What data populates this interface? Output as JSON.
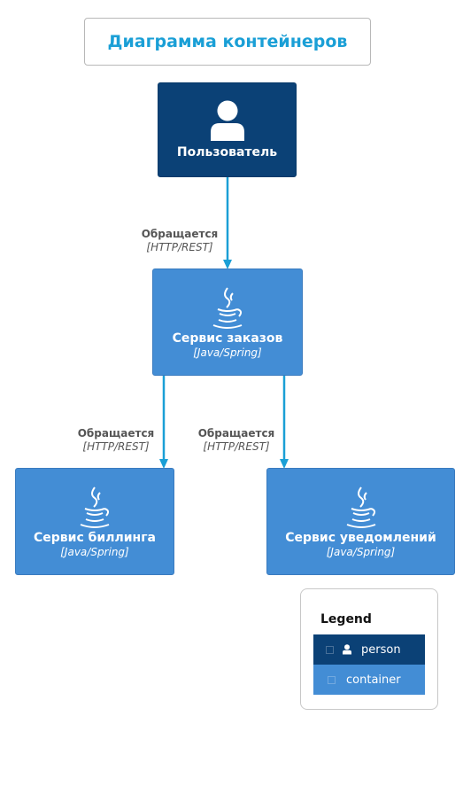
{
  "title": "Диаграмма контейнеров",
  "colors": {
    "person": "#0b4176",
    "container": "#438dd5",
    "edge": "#1a9fd6",
    "title": "#1a9fd6"
  },
  "nodes": {
    "user": {
      "label": "Пользователь",
      "icon": "person-icon"
    },
    "orders": {
      "label": "Сервис заказов",
      "tech": "[Java/Spring]",
      "icon": "java-icon"
    },
    "billing": {
      "label": "Сервис биллинга",
      "tech": "[Java/Spring]",
      "icon": "java-icon"
    },
    "notifications": {
      "label": "Сервис уведомлений",
      "tech": "[Java/Spring]",
      "icon": "java-icon"
    }
  },
  "edges": [
    {
      "from": "user",
      "to": "orders",
      "label": "Обращается",
      "tech": "[HTTP/REST]"
    },
    {
      "from": "orders",
      "to": "billing",
      "label": "Обращается",
      "tech": "[HTTP/REST]"
    },
    {
      "from": "orders",
      "to": "notifications",
      "label": "Обращается",
      "tech": "[HTTP/REST]"
    }
  ],
  "legend": {
    "title": "Legend",
    "items": [
      {
        "label": "person",
        "icon": "person-icon"
      },
      {
        "label": "container"
      }
    ]
  }
}
